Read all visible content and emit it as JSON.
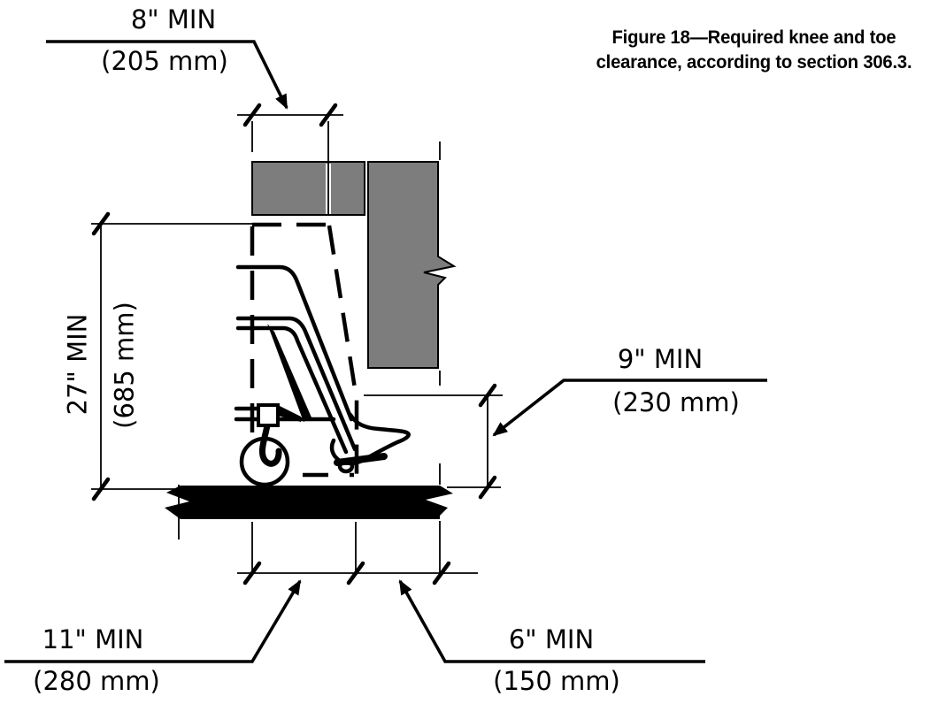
{
  "figure": {
    "caption_line1": "Figure 18—Required knee and toe",
    "caption_line2": "clearance, according to section 306.3."
  },
  "dimensions": {
    "top_depth": {
      "primary": "8\" MIN",
      "metric": "(205 mm)"
    },
    "left_height": {
      "primary": "27\" MIN",
      "metric": "(685 mm)"
    },
    "right_toe_height": {
      "primary": "9\" MIN",
      "metric": "(230 mm)"
    },
    "bottom_knee_depth": {
      "primary": "11\" MIN",
      "metric": "(280 mm)"
    },
    "bottom_toe_depth": {
      "primary": "6\" MIN",
      "metric": "(150 mm)"
    }
  },
  "colors": {
    "line": "#000000",
    "counter_fill": "#7d7d7d",
    "background": "#ffffff"
  }
}
